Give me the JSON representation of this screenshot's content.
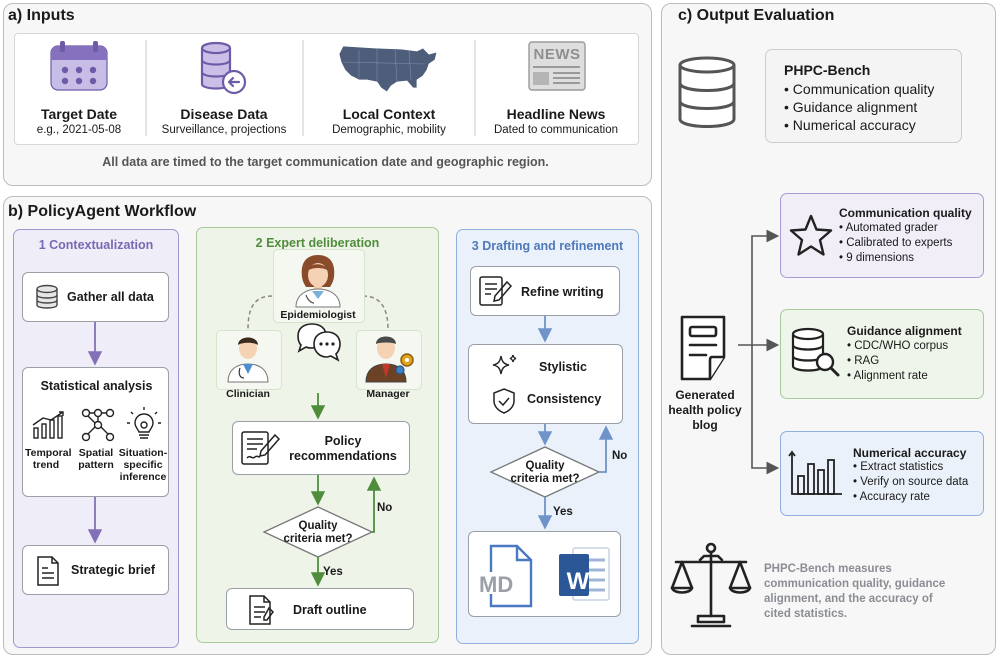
{
  "colors": {
    "purple": "#8e7cc3",
    "green": "#7db36a",
    "blue": "#7b9fd1",
    "grey_border": "#b9bcc2",
    "arrow_purple": "#8370b8",
    "arrow_green": "#4f8d3c",
    "arrow_blue": "#6f94c9"
  },
  "inputs": {
    "title": "a) Inputs",
    "items": [
      {
        "title": "Target Date",
        "sub": "e.g., 2021-05-08",
        "icon": "calendar-icon"
      },
      {
        "title": "Disease Data",
        "sub": "Surveillance, projections",
        "icon": "database-icon"
      },
      {
        "title": "Local Context",
        "sub": "Demographic, mobility",
        "icon": "us-map-icon"
      },
      {
        "title": "Headline News",
        "sub": "Dated to communication",
        "icon": "newspaper-icon"
      }
    ],
    "newspaper_word": "NEWS",
    "note": "All data are timed to the target communication date and geographic region."
  },
  "workflow": {
    "title": "b) PolicyAgent Workflow",
    "ctx": {
      "title": "1 Contextualization",
      "gather": "Gather all data",
      "stat_title": "Statistical analysis",
      "items": [
        "Temporal trend",
        "Spatial pattern",
        "Situation-specific inference"
      ],
      "brief": "Strategic brief"
    },
    "expert": {
      "title": "2 Expert deliberation",
      "roles": [
        "Epidemiologist",
        "Clinician",
        "Manager"
      ],
      "policy": "Policy recommendations",
      "quality": "Quality criteria met?",
      "no": "No",
      "yes": "Yes",
      "draft": "Draft outline"
    },
    "draft": {
      "title": "3 Drafting and refinement",
      "refine": "Refine writing",
      "stylistic": "Stylistic",
      "consistency": "Consistency",
      "quality": "Quality criteria met?",
      "no": "No",
      "yes": "Yes",
      "md_label": "MD",
      "word_label": "W"
    }
  },
  "output": {
    "title": "c) Output Evaluation",
    "bench": {
      "name": "PHPC-Bench",
      "items": [
        "Communication quality",
        "Guidance alignment",
        "Numerical accuracy"
      ]
    },
    "blog": "Generated health policy blog",
    "evals": [
      {
        "title": "Communication quality",
        "items": [
          "Automated grader",
          "Calibrated to experts",
          "9 dimensions"
        ],
        "icon": "star-icon"
      },
      {
        "title": "Guidance alignment",
        "items": [
          "CDC/WHO corpus",
          "RAG",
          "Alignment rate"
        ],
        "icon": "database-search-icon"
      },
      {
        "title": "Numerical accuracy",
        "items": [
          "Extract statistics",
          "Verify on source data",
          "Accuracy rate"
        ],
        "icon": "bar-chart-icon"
      }
    ],
    "summary": "PHPC-Bench measures communication quality, guidance alignment, and the accuracy of cited statistics."
  }
}
